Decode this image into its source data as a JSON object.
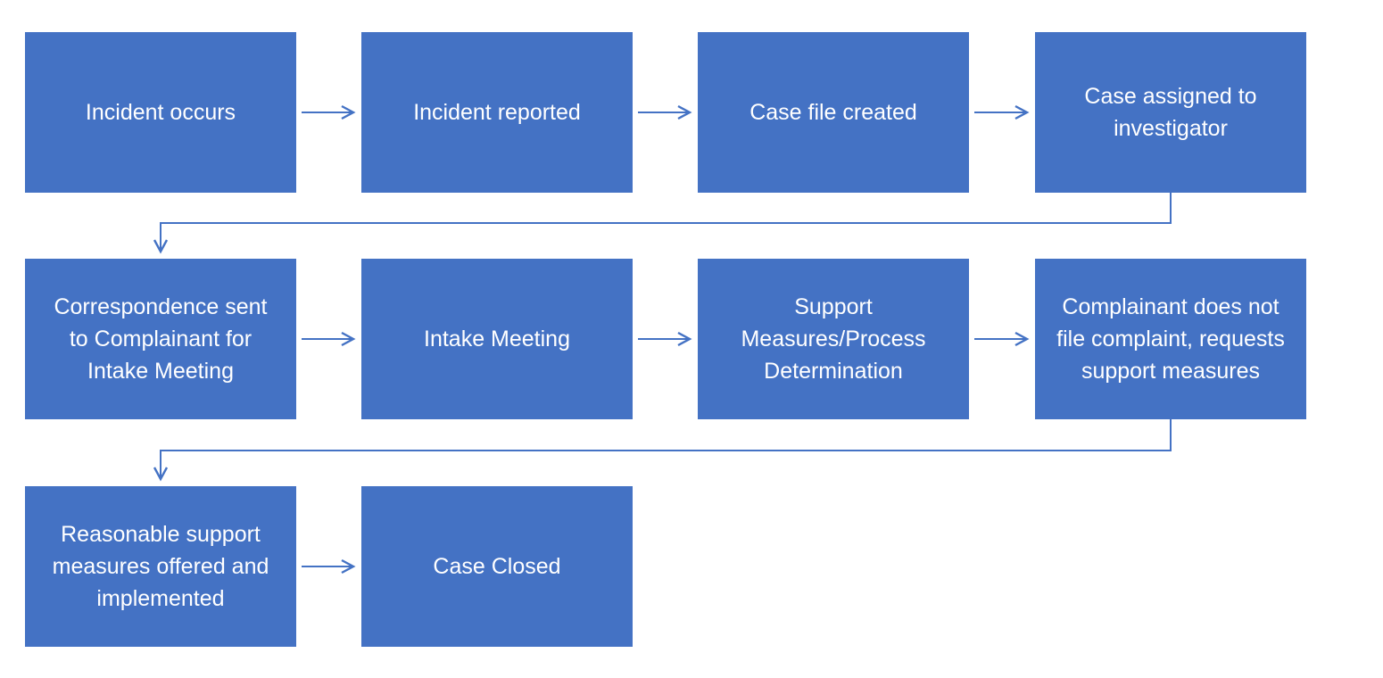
{
  "diagram": {
    "type": "flowchart",
    "colors": {
      "node_fill": "#4472c4",
      "node_text": "#ffffff",
      "arrow": "#4472c4",
      "background": "#ffffff"
    },
    "rows": [
      {
        "boxes": [
          "Incident occurs",
          "Incident reported",
          "Case file created",
          "Case assigned to investigator"
        ]
      },
      {
        "boxes": [
          "Correspondence sent to Complainant for Intake Meeting",
          "Intake Meeting",
          "Support Measures/Process Determination",
          "Complainant does not file complaint, requests support measures"
        ]
      },
      {
        "boxes": [
          "Reasonable support measures offered and implemented",
          "Case Closed"
        ]
      }
    ]
  }
}
